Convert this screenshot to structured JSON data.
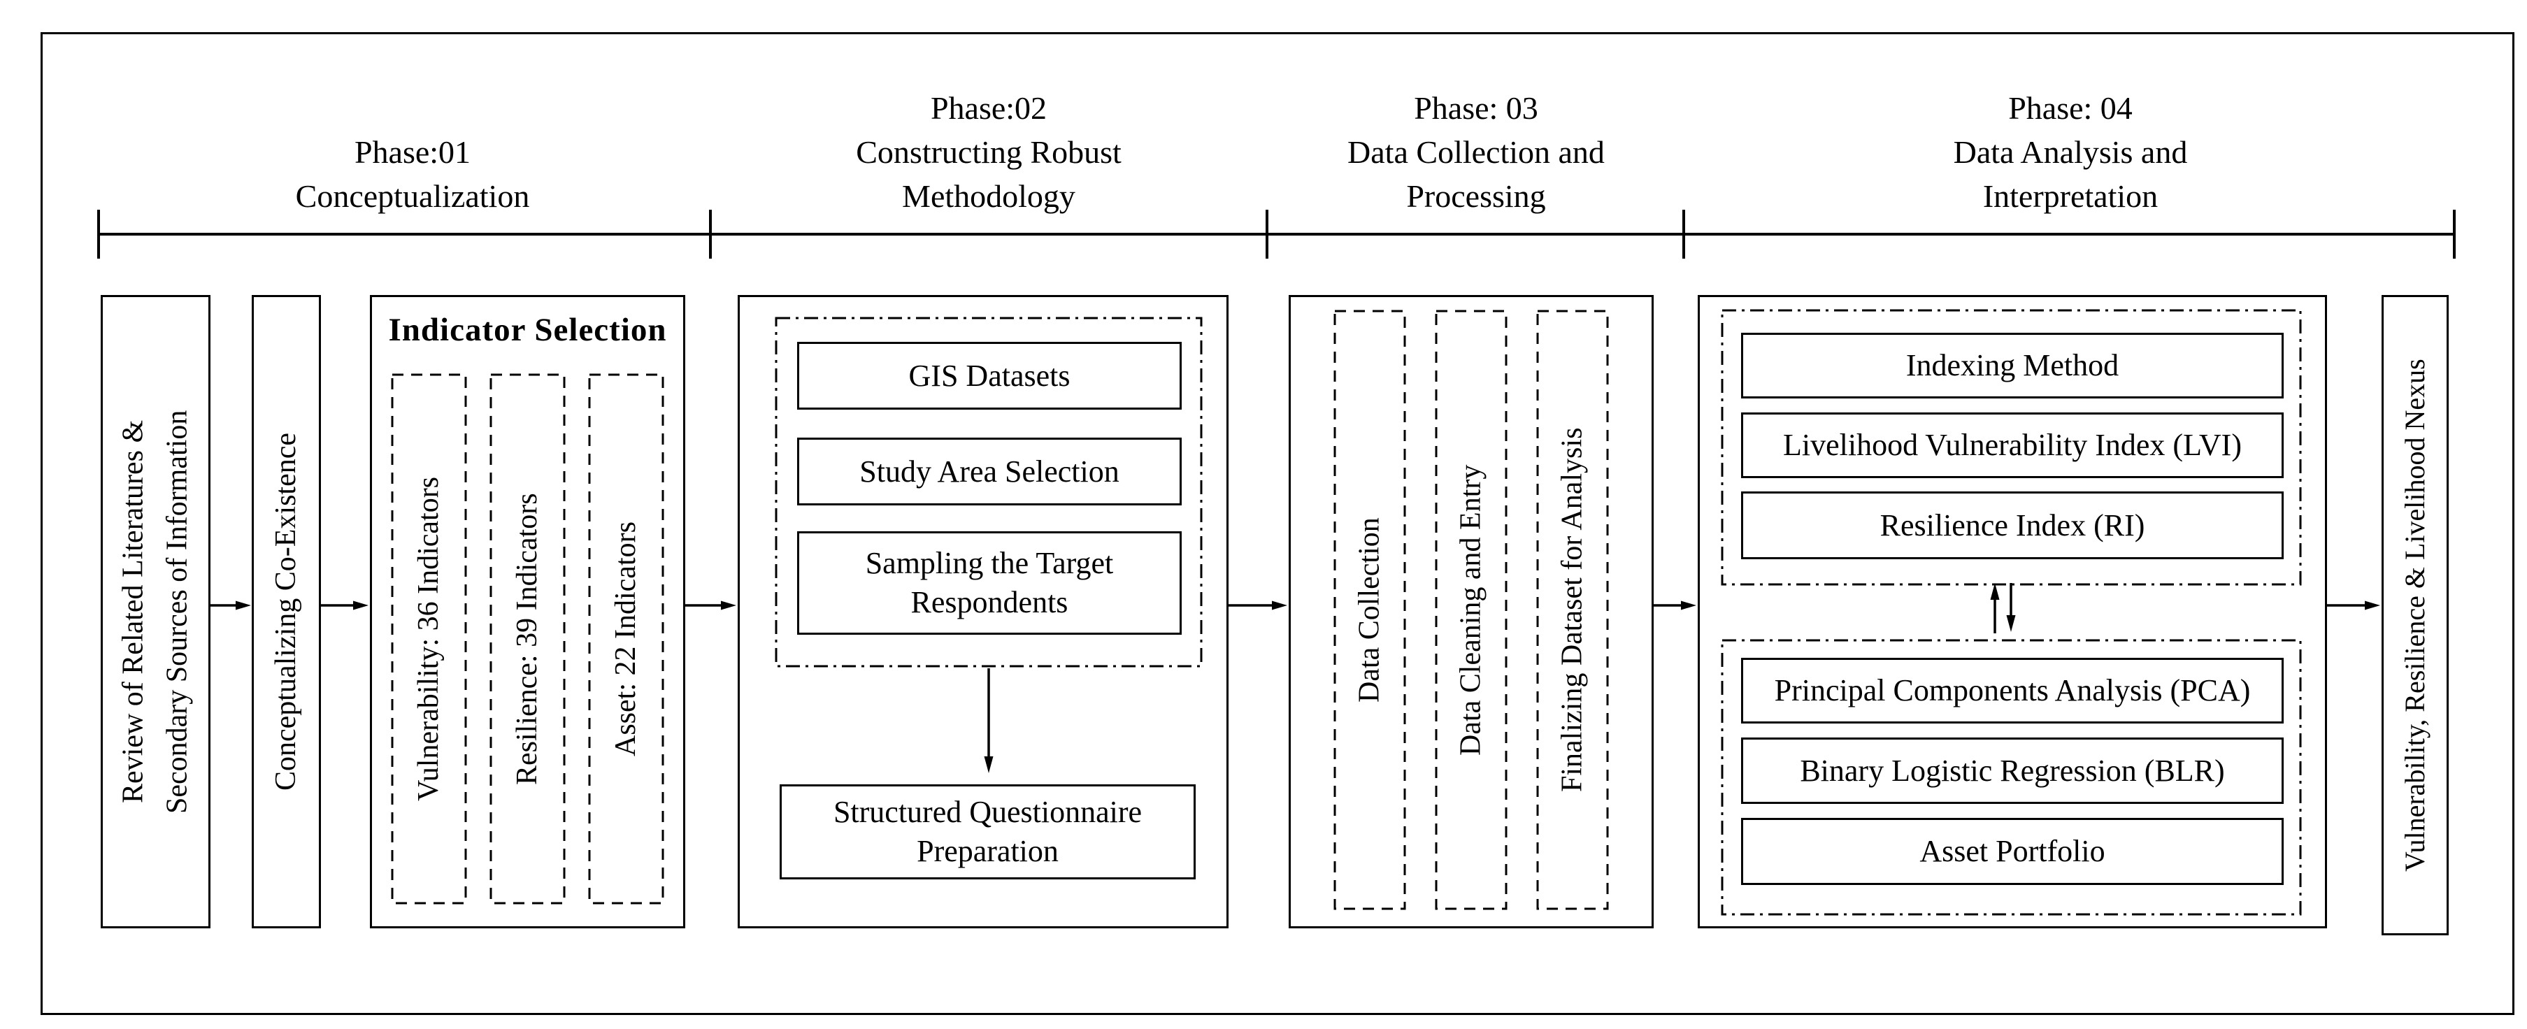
{
  "colors": {
    "ink": "#000000",
    "paper": "#ffffff"
  },
  "phases": [
    {
      "lines": [
        "Phase:01",
        "Conceptualization"
      ]
    },
    {
      "lines": [
        "Phase:02",
        "Constructing Robust",
        "Methodology"
      ]
    },
    {
      "lines": [
        "Phase: 03",
        "Data Collection and",
        "Processing"
      ]
    },
    {
      "lines": [
        "Phase: 04",
        "Data Analysis and",
        "Interpretation"
      ]
    }
  ],
  "conceptualization": {
    "review_box_lines": [
      "Review of Related Literatures &",
      "Secondary Sources of Information"
    ],
    "coexistence_box": "Conceptualizing Co-Existence",
    "indicator_selection": {
      "title": "Indicator Selection",
      "columns": [
        "Vulnerability: 36 Indicators",
        "Resilience: 39 Indicators",
        "Asset: 22 Indicators"
      ]
    }
  },
  "methodology": {
    "steps": [
      "GIS Datasets",
      "Study Area Selection",
      "Sampling the Target Respondents"
    ],
    "questionnaire": "Structured Questionnaire Preparation"
  },
  "data_collection": {
    "columns": [
      "Data Collection",
      "Data Cleaning and Entry",
      "Finalizing Dataset for Analysis"
    ]
  },
  "analysis": {
    "indexing": [
      "Indexing Method",
      "Livelihood Vulnerability Index (LVI)",
      "Resilience Index (RI)"
    ],
    "modeling": [
      "Principal Components Analysis (PCA)",
      "Binary Logistic Regression (BLR)",
      "Asset Portfolio"
    ]
  },
  "outcome": {
    "nexus_box": "Vulnerability, Resilience & Livelihood Nexus"
  }
}
